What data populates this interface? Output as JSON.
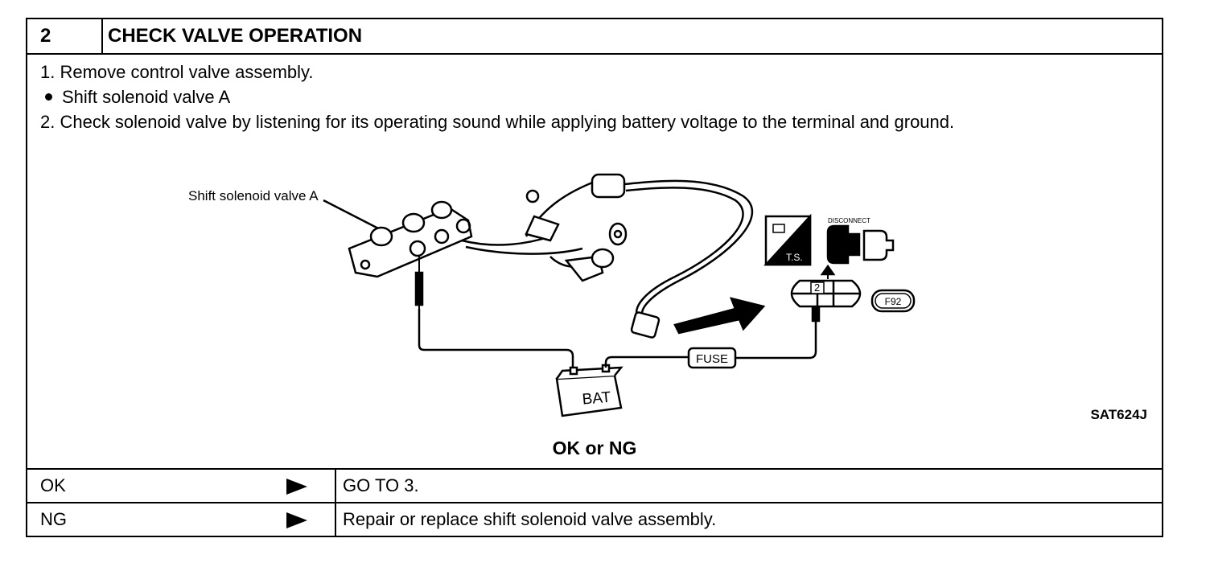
{
  "header": {
    "number": "2",
    "title": "CHECK VALVE OPERATION"
  },
  "steps": {
    "step1": "1.  Remove control valve assembly.",
    "bullet1": "Shift solenoid valve A",
    "step2": "2.  Check solenoid valve by listening for its operating sound while applying battery voltage to the terminal and ground."
  },
  "diagram": {
    "callout": "Shift solenoid valve A",
    "fuse": "FUSE",
    "battery": "BAT",
    "disconnect": "DISCONNECT",
    "ts": "T.S.",
    "terminal": "2",
    "connector_id": "F92",
    "figure_code": "SAT624J"
  },
  "result": {
    "prompt": "OK or NG"
  },
  "outcomes": [
    {
      "condition": "OK",
      "action": "GO TO 3."
    },
    {
      "condition": "NG",
      "action": "Repair or replace shift solenoid valve assembly."
    }
  ]
}
